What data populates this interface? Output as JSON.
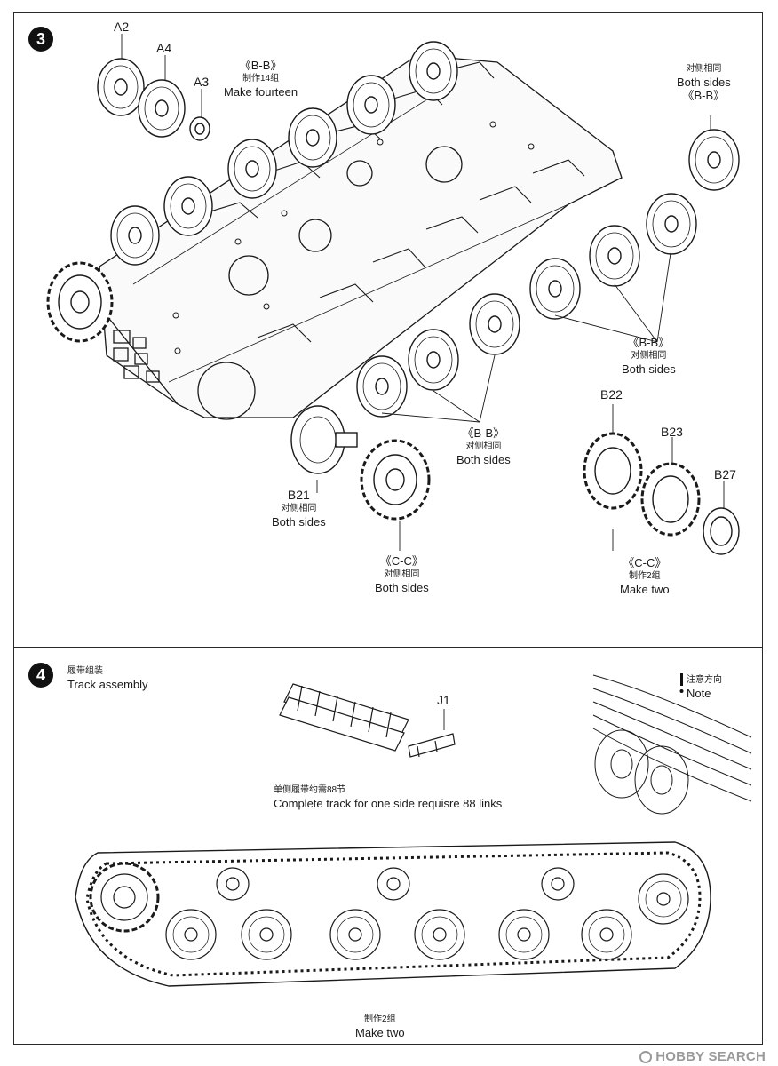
{
  "step3": {
    "number": "3",
    "parts": {
      "a2": "A2",
      "a4": "A4",
      "a3": "A3",
      "b21": "B21",
      "b22": "B22",
      "b23": "B23",
      "b27": "B27"
    },
    "notes": {
      "bb_top": {
        "code": "《B-B》",
        "cn": "制作14组",
        "en": "Make fourteen"
      },
      "bb_right_top": {
        "cn": "对侧相同",
        "en": "Both sides",
        "code": "《B-B》"
      },
      "bb_right_mid": {
        "code": "《B-B》",
        "cn": "对侧相同",
        "en": "Both sides"
      },
      "bb_center": {
        "code": "《B-B》",
        "cn": "对侧相同",
        "en": "Both sides"
      },
      "b21_note": {
        "cn": "对侧相同",
        "en": "Both sides"
      },
      "cc_center": {
        "code": "《C-C》",
        "cn": "对侧相同",
        "en": "Both sides"
      },
      "cc_right": {
        "code": "《C-C》",
        "cn": "制作2组",
        "en": "Make two"
      }
    }
  },
  "step4": {
    "number": "4",
    "title_cn": "履带组装",
    "title_en": "Track assembly",
    "part_j1": "J1",
    "note_cn": "注意方向",
    "note_en": "Note",
    "req_cn": "单侧履带约需88节",
    "req_en": "Complete track for one side requisre 88 links",
    "make_cn": "制作2组",
    "make_en": "Make two"
  },
  "watermark": "HOBBY SEARCH"
}
